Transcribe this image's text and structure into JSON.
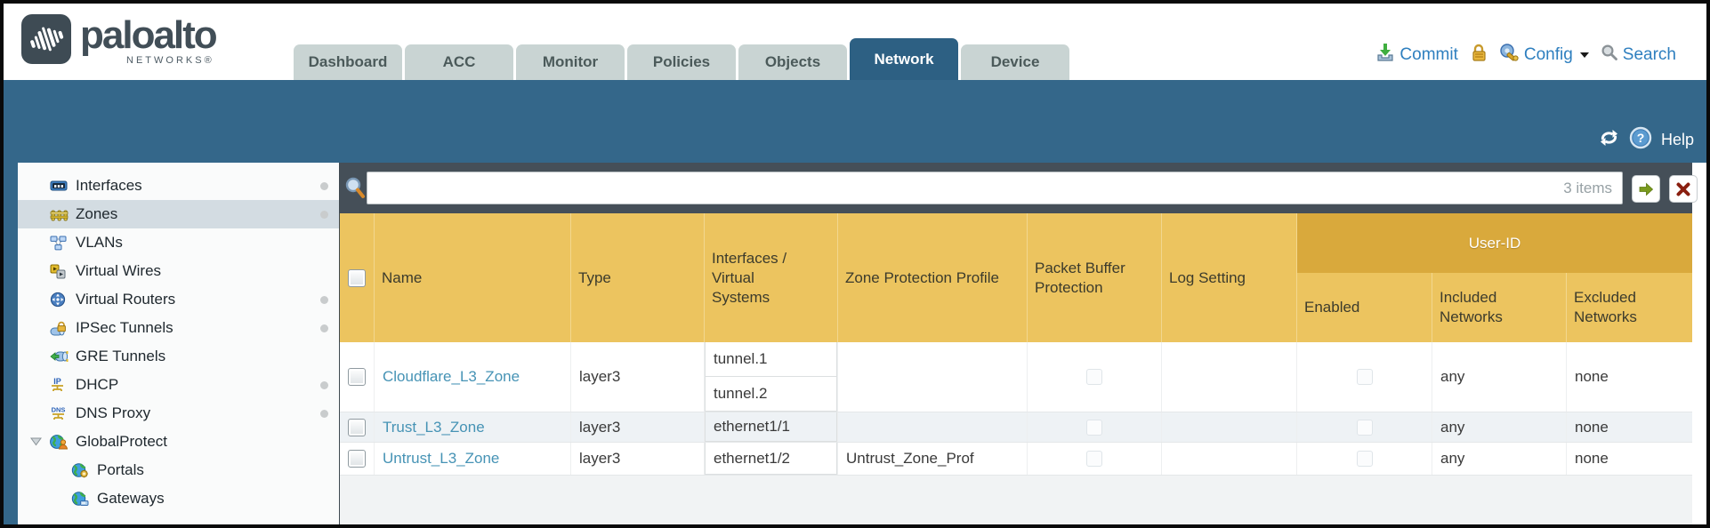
{
  "brand": {
    "title": "paloalto",
    "subtitle": "NETWORKS®"
  },
  "nav": {
    "tabs": [
      {
        "label": "Dashboard",
        "active": false
      },
      {
        "label": "ACC",
        "active": false
      },
      {
        "label": "Monitor",
        "active": false
      },
      {
        "label": "Policies",
        "active": false
      },
      {
        "label": "Objects",
        "active": false
      },
      {
        "label": "Network",
        "active": true
      },
      {
        "label": "Device",
        "active": false
      }
    ],
    "actions": {
      "commit": "Commit",
      "config": "Config",
      "search": "Search"
    }
  },
  "utility": {
    "help": "Help"
  },
  "sidebar": {
    "items": [
      {
        "label": "Interfaces",
        "icon": "interfaces-icon",
        "selected": false,
        "dot": true,
        "indent": 0,
        "expander": false
      },
      {
        "label": "Zones",
        "icon": "zones-icon",
        "selected": true,
        "dot": true,
        "indent": 0,
        "expander": false
      },
      {
        "label": "VLANs",
        "icon": "vlans-icon",
        "selected": false,
        "dot": false,
        "indent": 0,
        "expander": false
      },
      {
        "label": "Virtual Wires",
        "icon": "virtual-wires-icon",
        "selected": false,
        "dot": false,
        "indent": 0,
        "expander": false
      },
      {
        "label": "Virtual Routers",
        "icon": "virtual-routers-icon",
        "selected": false,
        "dot": true,
        "indent": 0,
        "expander": false
      },
      {
        "label": "IPSec Tunnels",
        "icon": "ipsec-tunnels-icon",
        "selected": false,
        "dot": true,
        "indent": 0,
        "expander": false
      },
      {
        "label": "GRE Tunnels",
        "icon": "gre-tunnels-icon",
        "selected": false,
        "dot": false,
        "indent": 0,
        "expander": false
      },
      {
        "label": "DHCP",
        "icon": "dhcp-icon",
        "selected": false,
        "dot": true,
        "indent": 0,
        "expander": false
      },
      {
        "label": "DNS Proxy",
        "icon": "dns-proxy-icon",
        "selected": false,
        "dot": true,
        "indent": 0,
        "expander": false
      },
      {
        "label": "GlobalProtect",
        "icon": "globalprotect-icon",
        "selected": false,
        "dot": false,
        "indent": 0,
        "expander": true
      },
      {
        "label": "Portals",
        "icon": "portals-icon",
        "selected": false,
        "dot": false,
        "indent": 1,
        "expander": false
      },
      {
        "label": "Gateways",
        "icon": "gateways-icon",
        "selected": false,
        "dot": false,
        "indent": 1,
        "expander": false
      }
    ]
  },
  "filterbar": {
    "value": "",
    "items_count": "3 items"
  },
  "table": {
    "group_header": "User-ID",
    "columns": [
      "Name",
      "Type",
      "Interfaces / Virtual Systems",
      "Zone Protection Profile",
      "Packet Buffer Protection",
      "Log Setting",
      "Enabled",
      "Included Networks",
      "Excluded Networks"
    ],
    "rows": [
      {
        "name": "Cloudflare_L3_Zone",
        "type": "layer3",
        "interfaces": [
          "tunnel.1",
          "tunnel.2"
        ],
        "zone_protection_profile": "",
        "log_setting": "",
        "included_networks": "any",
        "excluded_networks": "none"
      },
      {
        "name": "Trust_L3_Zone",
        "type": "layer3",
        "interfaces": [
          "ethernet1/1"
        ],
        "zone_protection_profile": "",
        "log_setting": "",
        "included_networks": "any",
        "excluded_networks": "none"
      },
      {
        "name": "Untrust_L3_Zone",
        "type": "layer3",
        "interfaces": [
          "ethernet1/2"
        ],
        "zone_protection_profile": "Untrust_Zone_Prof",
        "log_setting": "",
        "included_networks": "any",
        "excluded_networks": "none"
      }
    ]
  },
  "colors": {
    "teal_band": "#34678a",
    "active_tab": "#2d6083",
    "header_gold": "#ecc45f",
    "group_gold": "#d9a93c",
    "link_blue": "#4693b5",
    "action_blue": "#2e7fbf",
    "slate": "#454f58"
  }
}
